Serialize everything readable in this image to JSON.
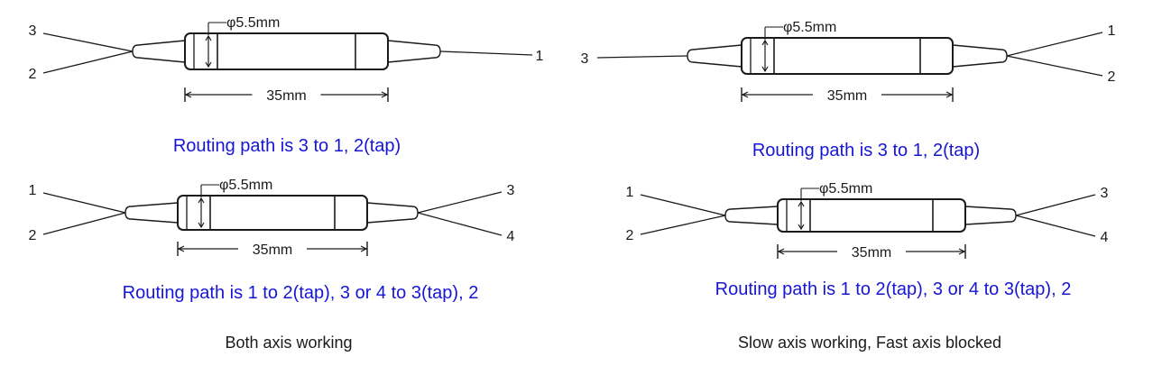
{
  "colors": {
    "ink": "#1a1a1a",
    "routing": "#1616d4",
    "caption": "#1a1a1a"
  },
  "labels": {
    "diameter": "φ5.5mm",
    "length": "35mm"
  },
  "diagrams": [
    {
      "id": "top-left",
      "ports": {
        "left": [
          "3",
          "2"
        ],
        "right": [
          "1"
        ]
      },
      "routing": "Routing path is 3 to 1, 2(tap)"
    },
    {
      "id": "top-right",
      "ports": {
        "left": [
          "3"
        ],
        "right": [
          "1",
          "2"
        ]
      },
      "routing": "Routing path is 3 to 1, 2(tap)"
    },
    {
      "id": "bottom-left",
      "ports": {
        "left": [
          "1",
          "2"
        ],
        "right": [
          "3",
          "4"
        ]
      },
      "routing": "Routing path is 1 to 2(tap), 3 or 4 to 3(tap), 2"
    },
    {
      "id": "bottom-right",
      "ports": {
        "left": [
          "1",
          "2"
        ],
        "right": [
          "3",
          "4"
        ]
      },
      "routing": "Routing path is 1 to 2(tap), 3 or 4 to 3(tap), 2"
    }
  ],
  "captions": {
    "left": "Both axis working",
    "right": "Slow axis working, Fast axis blocked"
  }
}
